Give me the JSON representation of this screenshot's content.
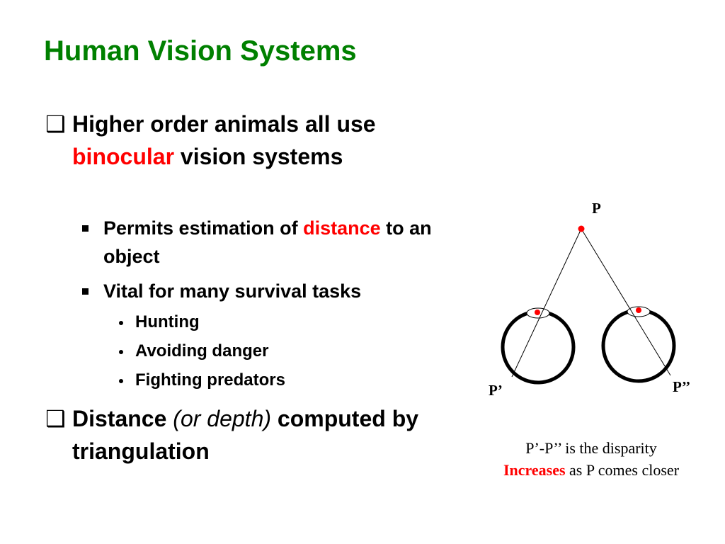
{
  "slide": {
    "title": "Human Vision Systems",
    "bullets": {
      "b1": {
        "text_before": "Higher order animals all use ",
        "highlight": "binocular",
        "text_after": " vision systems",
        "sub1": {
          "text_before": "Permits estimation of ",
          "highlight": "distance",
          "text_after": " to an object"
        },
        "sub2": {
          "text": "Vital for many survival tasks",
          "items": [
            "Hunting",
            "Avoiding danger",
            "Fighting predators"
          ]
        }
      },
      "b2": {
        "text_before": "Distance ",
        "italic": "(or depth)",
        "text_after": " computed by triangulation"
      }
    },
    "diagram": {
      "point_label": "P",
      "left_label": "P’",
      "right_label": "P’’",
      "caption_line1": "P’-P’’ is the disparity",
      "caption_highlight": "Increases",
      "caption_rest": " as P comes closer"
    },
    "colors": {
      "title": "#008000",
      "highlight": "#ff0000",
      "text": "#000000"
    },
    "icons": {
      "level1_bullet": "hollow-square-icon",
      "level2_bullet": "filled-square-icon",
      "level3_bullet": "filled-circle-icon"
    }
  }
}
